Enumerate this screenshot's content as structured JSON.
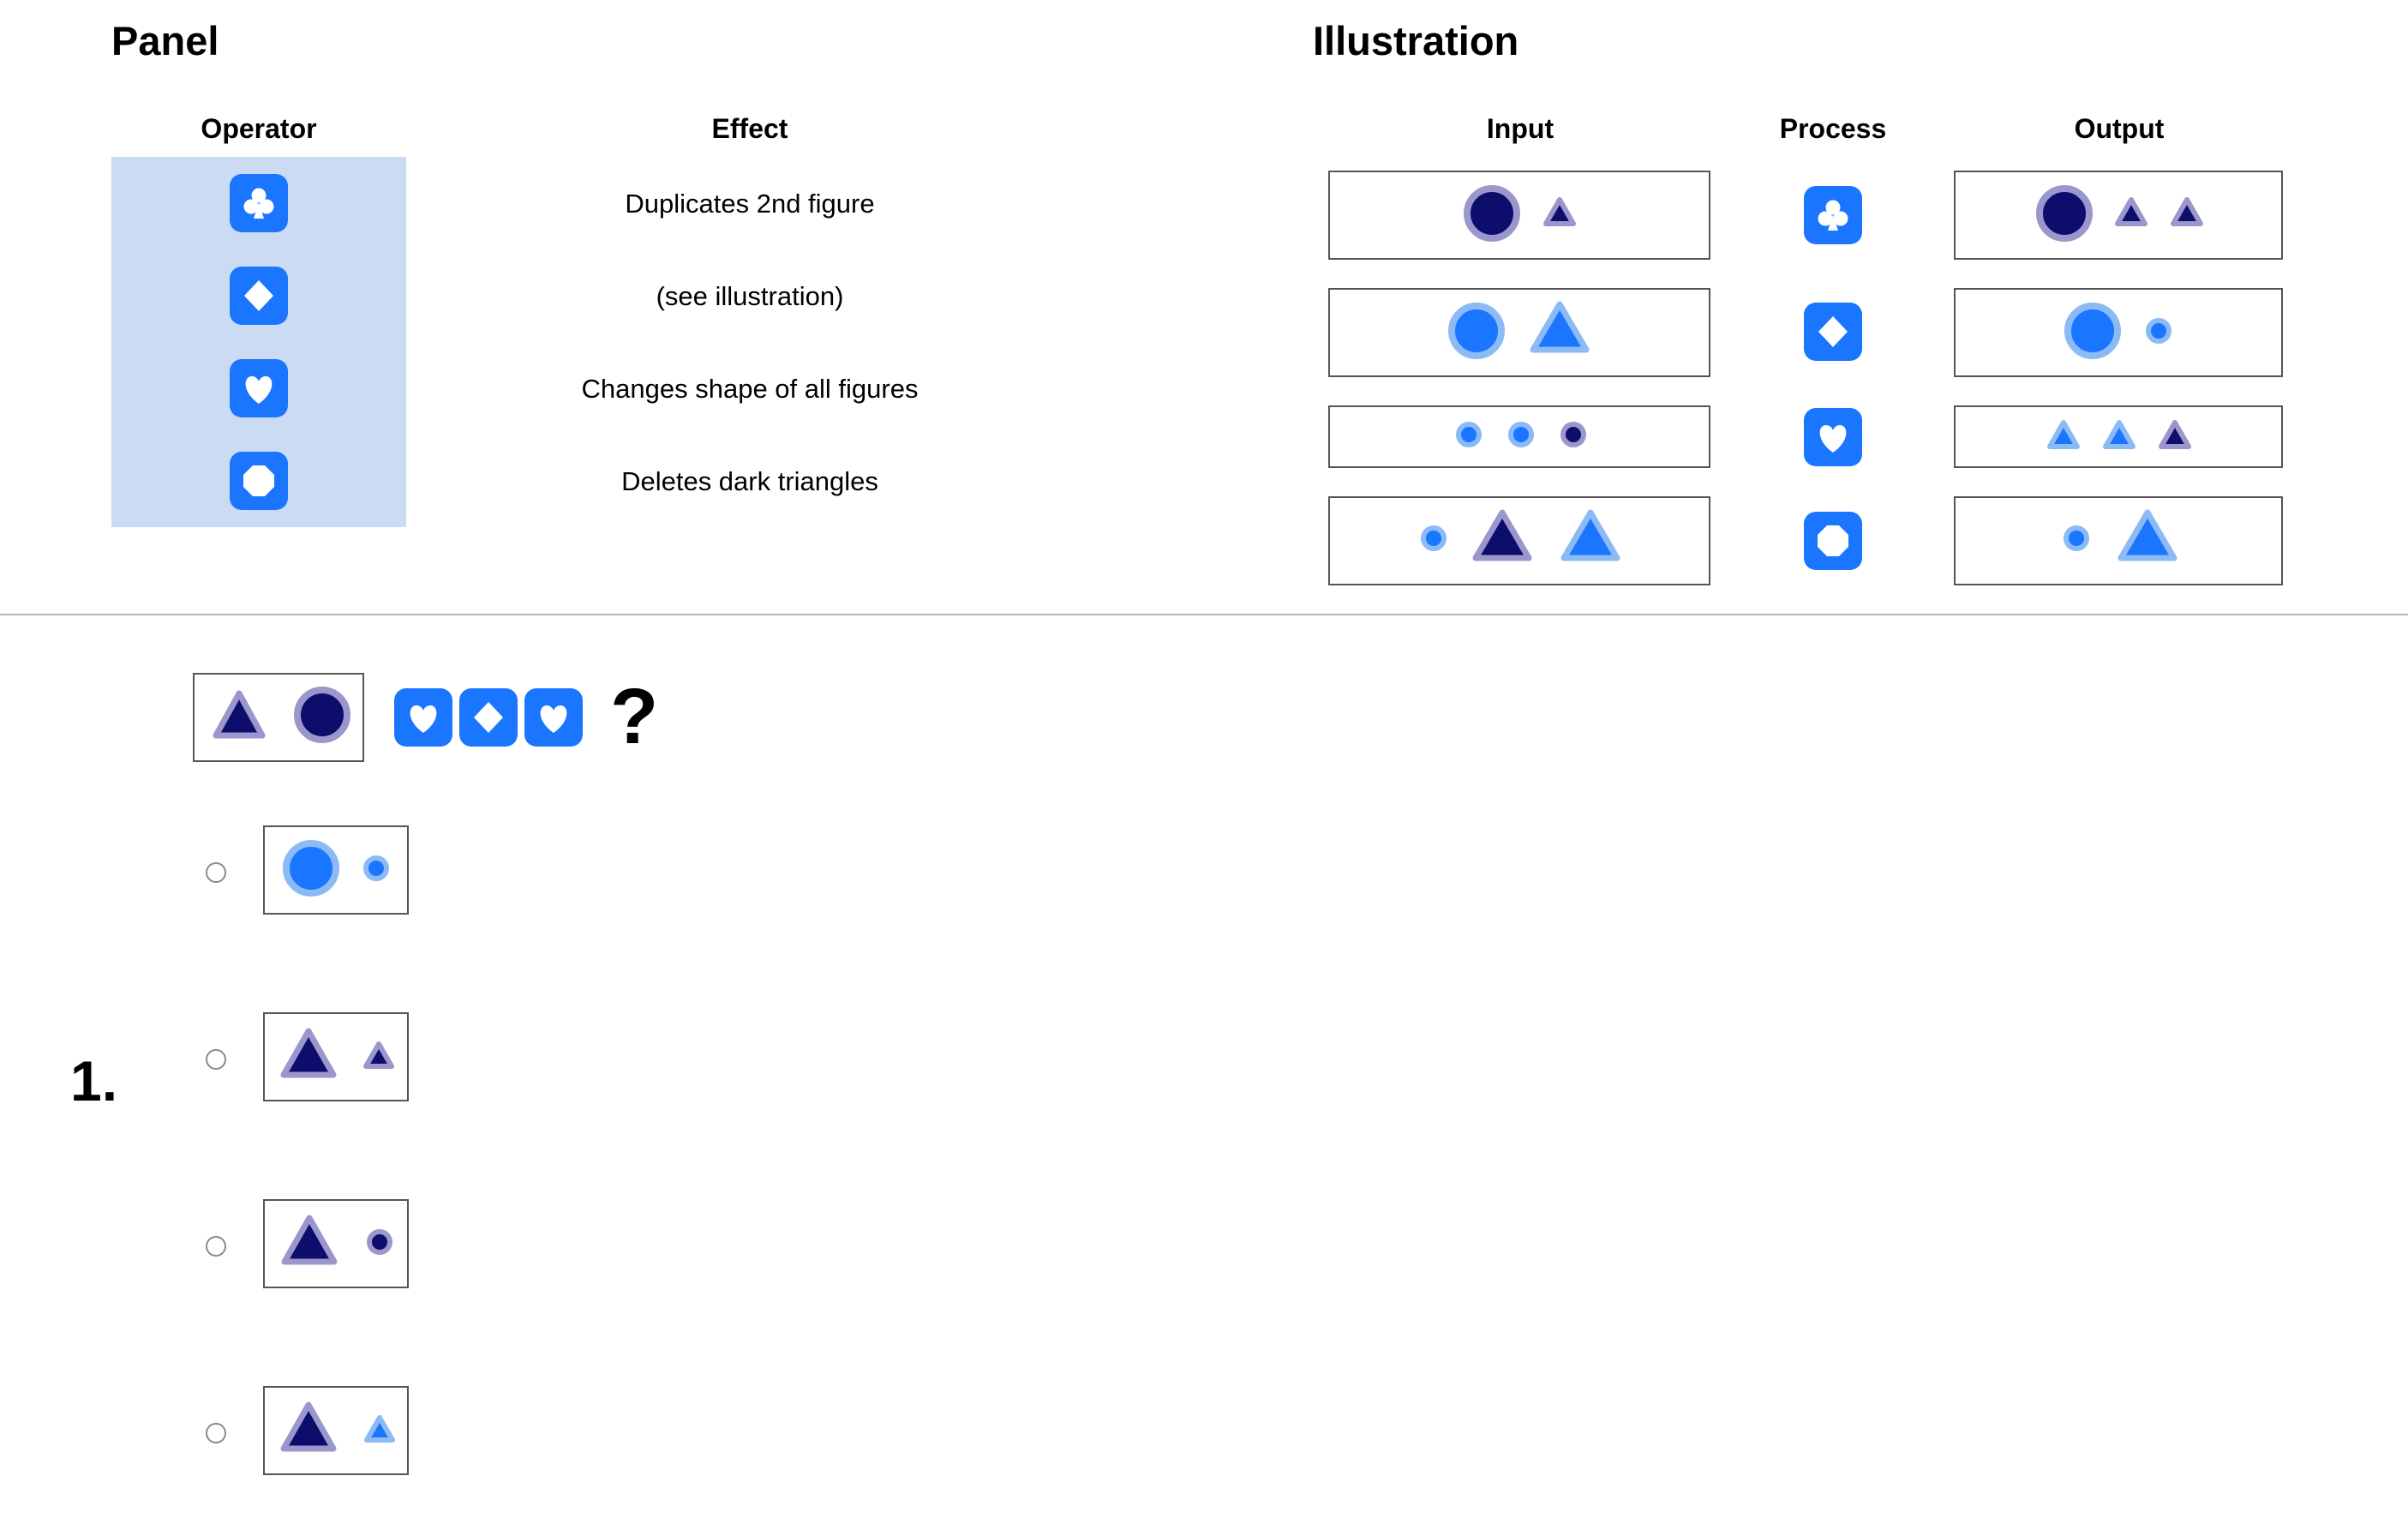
{
  "panel": {
    "title": "Panel",
    "operator_header": "Operator",
    "effect_header": "Effect",
    "operators": [
      {
        "icon": "club-icon",
        "effect": "Duplicates 2nd figure"
      },
      {
        "icon": "diamond-icon",
        "effect": "(see illustration)"
      },
      {
        "icon": "heart-icon",
        "effect": "Changes shape of all figures"
      },
      {
        "icon": "octagon-icon",
        "effect": "Deletes dark triangles"
      }
    ]
  },
  "illustration": {
    "title": "Illustration",
    "input_header": "Input",
    "process_header": "Process",
    "output_header": "Output",
    "rows": [
      {
        "input": [
          "dark circle large",
          "dark triangle small"
        ],
        "process": "club-icon",
        "output": [
          "dark circle large",
          "dark triangle small",
          "dark triangle small"
        ]
      },
      {
        "input": [
          "light circle large",
          "light triangle large"
        ],
        "process": "diamond-icon",
        "output": [
          "light circle large",
          "light circle small"
        ]
      },
      {
        "input": [
          "light circle small",
          "light circle small",
          "dark circle small"
        ],
        "process": "heart-icon",
        "output": [
          "light triangle small",
          "light triangle small",
          "dark triangle small"
        ]
      },
      {
        "input": [
          "light circle small",
          "dark triangle large",
          "light triangle large"
        ],
        "process": "octagon-icon",
        "output": [
          "light circle small",
          "light triangle large"
        ]
      }
    ]
  },
  "question": {
    "number": "1.",
    "figures": [
      "dark triangle large",
      "dark circle large"
    ],
    "operators": [
      "heart-icon",
      "diamond-icon",
      "heart-icon"
    ],
    "question_mark": "?",
    "options": [
      [
        "light circle large",
        "light circle small"
      ],
      [
        "dark triangle large",
        "dark triangle small"
      ],
      [
        "dark triangle large",
        "dark circle small"
      ],
      [
        "dark triangle large",
        "light triangle small"
      ]
    ]
  },
  "colors": {
    "accent": "#1a75ff",
    "operator_background": "#cadbf3",
    "dark_fill": "#0d0d6b",
    "dark_outline": "#9b97cc",
    "light_fill": "#1a75ff",
    "light_outline": "#8bbaf5"
  }
}
